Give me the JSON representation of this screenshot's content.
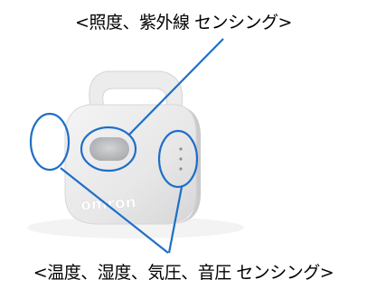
{
  "labels": {
    "top": "<照度、紫外線 センシング>",
    "bottom": "<温度、湿度、気圧、音圧 センシング>"
  },
  "device": {
    "brand": "omron"
  },
  "colors": {
    "callout": "#1f6fc7",
    "device_body": "#e9e9ea",
    "device_shadow": "#cfcfd1",
    "window": "#bdbec0"
  }
}
